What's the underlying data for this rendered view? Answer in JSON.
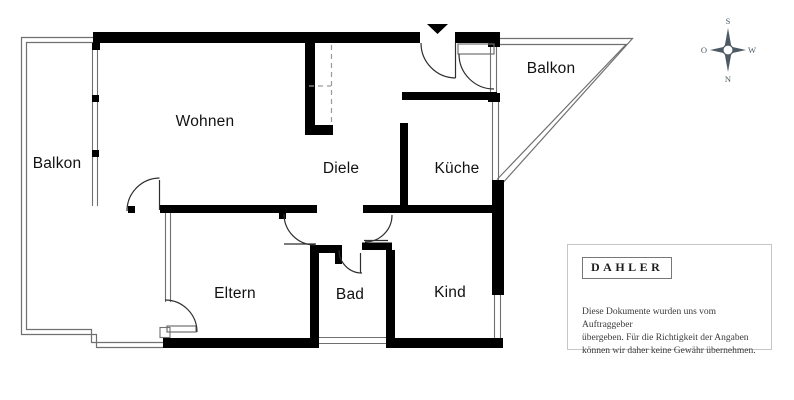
{
  "rooms": {
    "wohnen": "Wohnen",
    "balkon_left": "Balkon",
    "diele": "Diele",
    "kueche": "Küche",
    "balkon_top_right": "Balkon",
    "eltern": "Eltern",
    "bad": "Bad",
    "kind": "Kind"
  },
  "compass": {
    "top": "S",
    "bottom": "N",
    "left": "O",
    "right": "W"
  },
  "branding": {
    "logo_text": "DAHLER"
  },
  "disclaimer": {
    "line1": "Diese Dokumente wurden uns vom Auftraggeber",
    "line2": "übergeben. Für die Richtigkeit der Angaben",
    "line3": "können wir daher keine Gewähr übernehmen."
  },
  "colors": {
    "wall": "#000000",
    "thin_line": "#707070",
    "door_line": "#2e2e2e",
    "dashed_line": "#9a9a9a",
    "compass": "#4d5a63",
    "panel_border": "#c6c6c6"
  }
}
